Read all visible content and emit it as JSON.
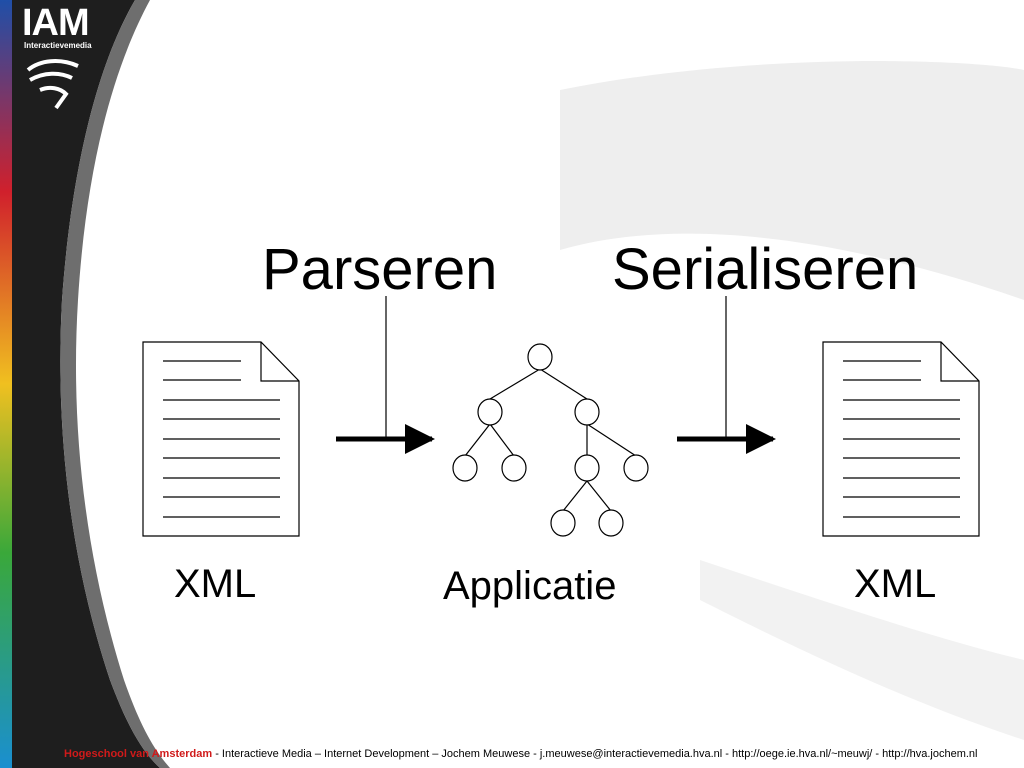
{
  "logo": {
    "text": "IAM",
    "subtitle": "Interactievemedia"
  },
  "diagram": {
    "left_document_label": "XML",
    "center_label": "Applicatie",
    "right_document_label": "XML",
    "parse_label": "Parseren",
    "serialize_label": "Serialiseren"
  },
  "footer": {
    "school": "Hogeschool van Amsterdam",
    "rest": " - Interactieve Media – Internet Development – Jochem Meuwese - j.meuwese@interactievemedia.hva.nl - http://oege.ie.hva.nl/~meuwj/ - http://hva.jochem.nl"
  },
  "colors": {
    "sidebar_dark": "#1e1e1e",
    "sidebar_stripe": [
      "#1f4fa8",
      "#d0202c",
      "#f0c020",
      "#3aa83a",
      "#1a8fd0"
    ],
    "background_swoosh": "#eeeeee",
    "footer_school": "#d01a1a"
  }
}
